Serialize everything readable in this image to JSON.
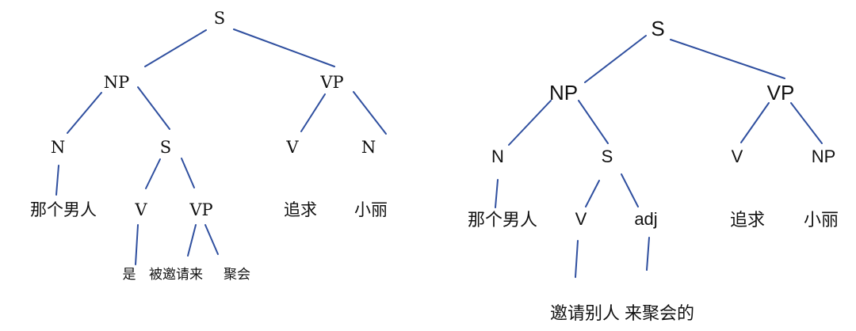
{
  "tree_left": {
    "root": "S",
    "np": "NP",
    "vp": "VP",
    "np_n": "N",
    "np_s": "S",
    "vp_v": "V",
    "vp_n": "N",
    "word_n": "那个男人",
    "s_v": "V",
    "s_vp": "VP",
    "word_vp_v": "追求",
    "word_vp_n": "小丽",
    "word_s_v": "是",
    "word_s_vp_1": "被邀请来",
    "word_s_vp_2": "聚会"
  },
  "tree_right": {
    "root": "S",
    "np": "NP",
    "vp": "VP",
    "np_n": "N",
    "np_s": "S",
    "vp_v": "V",
    "vp_np": "NP",
    "word_n": "那个男人",
    "s_v": "V",
    "s_adj": "adj",
    "word_vp_v": "追求",
    "word_vp_np": "小丽",
    "word_bottom": "邀请别人 来聚会的"
  },
  "colors": {
    "edge": "#2f4f9f",
    "text": "#111111"
  }
}
